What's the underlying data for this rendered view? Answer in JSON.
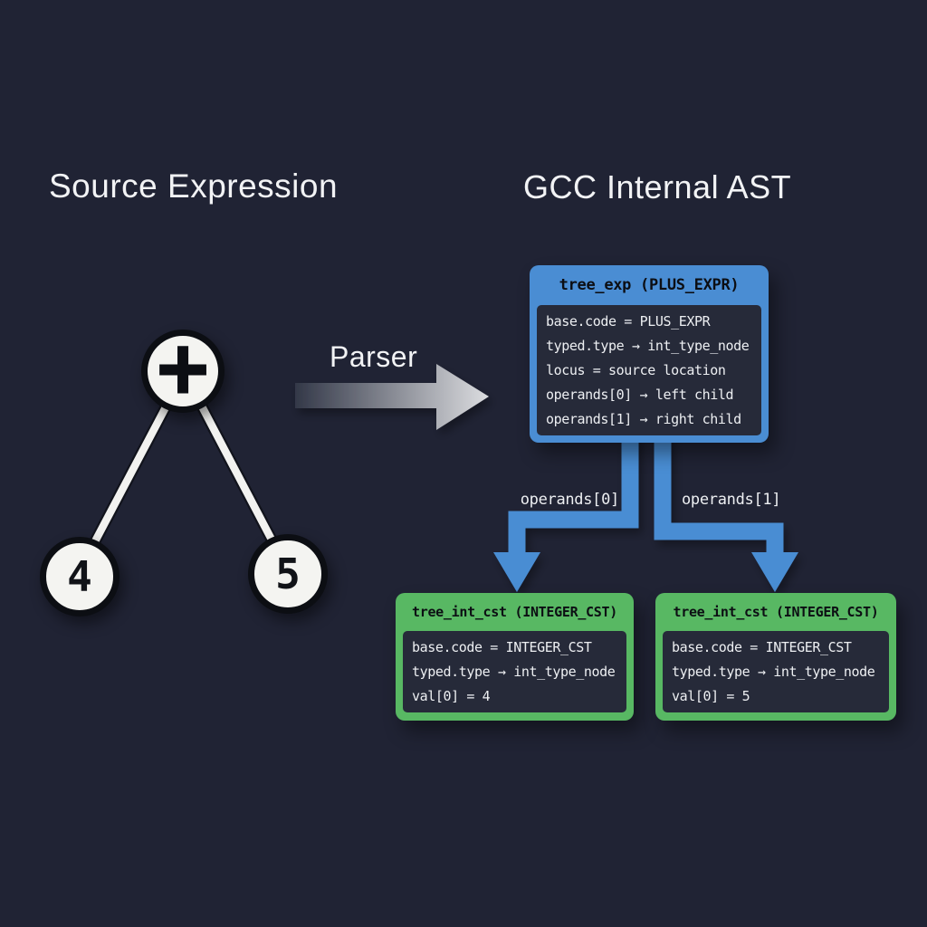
{
  "titles": {
    "source": "Source Expression",
    "ast": "GCC Internal AST"
  },
  "parser_label": "Parser",
  "source_tree": {
    "operator": "+",
    "left_value": "4",
    "right_value": "5"
  },
  "ast": {
    "root": {
      "header": "tree_exp (PLUS_EXPR)",
      "fields": [
        "base.code = PLUS_EXPR",
        "typed.type → int_type_node",
        "locus = source location",
        "operands[0] → left child",
        "operands[1] → right child"
      ]
    },
    "edges": {
      "left_label": "operands[0]",
      "right_label": "operands[1]"
    },
    "left_child": {
      "header": "tree_int_cst (INTEGER_CST)",
      "fields": [
        "base.code = INTEGER_CST",
        "typed.type → int_type_node",
        "val[0] = 4"
      ]
    },
    "right_child": {
      "header": "tree_int_cst (INTEGER_CST)",
      "fields": [
        "base.code = INTEGER_CST",
        "typed.type → int_type_node",
        "val[0] = 5"
      ]
    }
  },
  "colors": {
    "background": "#202334",
    "panel": "#262a39",
    "accent_blue": "#4a8dd3",
    "accent_green": "#58b863",
    "node_fill": "#f4f4f1",
    "text_light": "#edeff2",
    "text_dark": "#0c0e13",
    "arrow_gray_start": "#333848",
    "arrow_gray_end": "#dcdde0"
  }
}
